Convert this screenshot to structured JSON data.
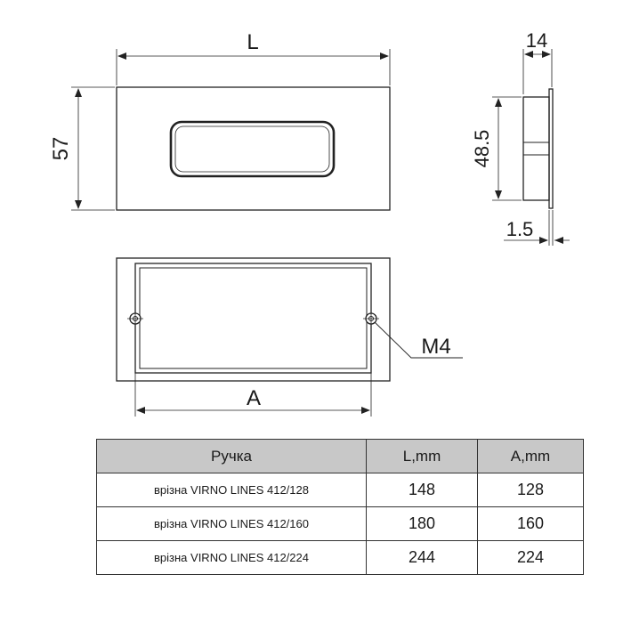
{
  "drawing": {
    "front_view": {
      "width_label": "L",
      "height_label": "57"
    },
    "side_view": {
      "depth_label": "14",
      "inner_height_label": "48.5",
      "flange_label": "1.5"
    },
    "back_view": {
      "screw_label": "M4",
      "spacing_label": "A"
    }
  },
  "table": {
    "headers": [
      "Ручка",
      "L,mm",
      "A,mm"
    ],
    "rows": [
      {
        "name": "врізна VIRNO LINES 412/128",
        "L": "148",
        "A": "128"
      },
      {
        "name": "врізна VIRNO LINES 412/160",
        "L": "180",
        "A": "160"
      },
      {
        "name": "врізна VIRNO LINES 412/224",
        "L": "244",
        "A": "224"
      }
    ]
  },
  "colors": {
    "line": "#222222",
    "header_bg": "#c8c8c8"
  }
}
